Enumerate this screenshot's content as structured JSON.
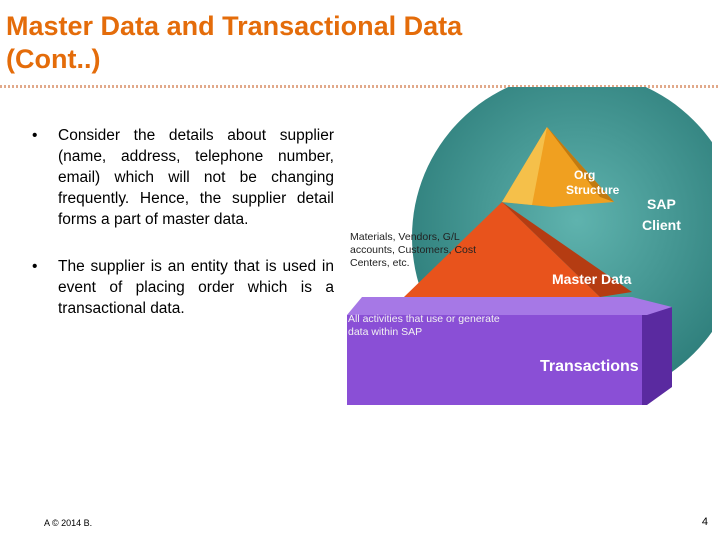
{
  "slide": {
    "title": "Master Data and Transactional Data\n(Cont..)",
    "bullets": [
      {
        "marker": "•",
        "text": "Consider the details about supplier (name, address, telephone number, email) which will not be changing frequently. Hence, the supplier detail forms a part of master data."
      },
      {
        "marker": "•",
        "text": "The supplier is an entity that is used in event of placing order which is a transactional data."
      }
    ],
    "footer_left": "A © 2014 B.",
    "page_number": "4"
  },
  "diagram": {
    "org_line1": "Org",
    "org_line2": "Structure",
    "sap_line1": "SAP",
    "sap_line2": "Client",
    "master_data": "Master Data",
    "transactions": "Transactions",
    "master_desc_line1": "Materials, Vendors, G/L",
    "master_desc_line2": "accounts, Customers, Cost",
    "master_desc_line3": "Centers, etc.",
    "trans_desc_line1": "All activities that use or generate",
    "trans_desc_line2": "data within SAP"
  },
  "colors": {
    "title": "#e46c0a",
    "org_layer": "#f0a020",
    "master_layer": "#e8531c",
    "transactions_layer": "#7b3fc6",
    "circle": "#3a8a88"
  }
}
